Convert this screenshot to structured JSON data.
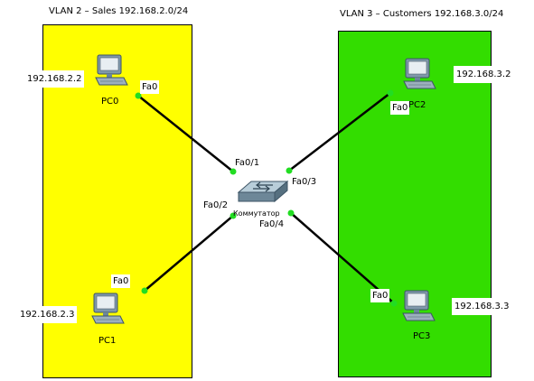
{
  "colors": {
    "vlan2_fill": "#ffff00",
    "vlan3_fill": "#33dd00",
    "link": "#000000",
    "port_up": "#22dd22",
    "device_body": "#8aa6b8"
  },
  "vlans": [
    {
      "title": "VLAN 2 – Sales 192.168.2.0/24"
    },
    {
      "title": "VLAN 3 – Customers 192.168.3.0/24"
    }
  ],
  "switch": {
    "name": "Коммутатор",
    "icon": "switch-icon"
  },
  "pcs": [
    {
      "name": "PC0",
      "ip": "192.168.2.2",
      "port": "Fa0",
      "icon": "pc-icon"
    },
    {
      "name": "PC1",
      "ip": "192.168.2.3",
      "port": "Fa0",
      "icon": "pc-icon"
    },
    {
      "name": "PC2",
      "ip": "192.168.3.2",
      "port": "Fa0",
      "icon": "pc-icon"
    },
    {
      "name": "PC3",
      "ip": "192.168.3.3",
      "port": "Fa0",
      "icon": "pc-icon"
    }
  ],
  "switch_ports": [
    "Fa0/1",
    "Fa0/2",
    "Fa0/3",
    "Fa0/4"
  ]
}
